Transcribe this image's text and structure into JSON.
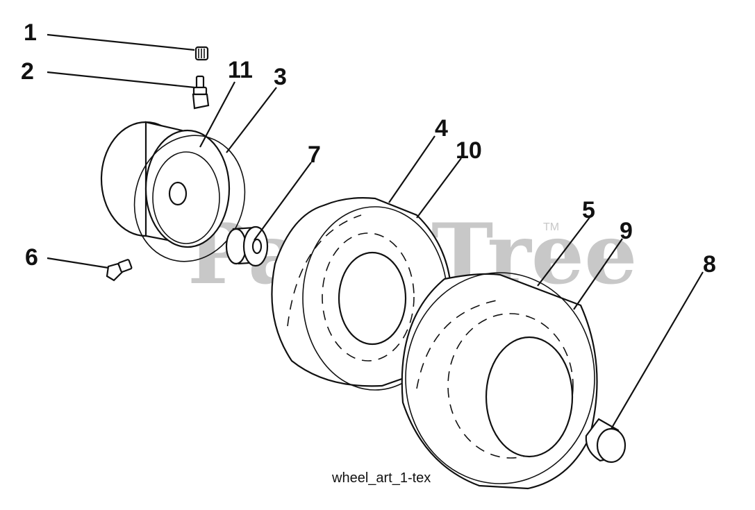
{
  "watermark": {
    "text": "PartsTree",
    "tm": "TM"
  },
  "caption": "wheel_art_1-tex",
  "callouts": {
    "c1": "1",
    "c2": "2",
    "c3": "3",
    "c4": "4",
    "c5": "5",
    "c6": "6",
    "c7": "7",
    "c8": "8",
    "c9": "9",
    "c10": "10",
    "c11": "11"
  }
}
